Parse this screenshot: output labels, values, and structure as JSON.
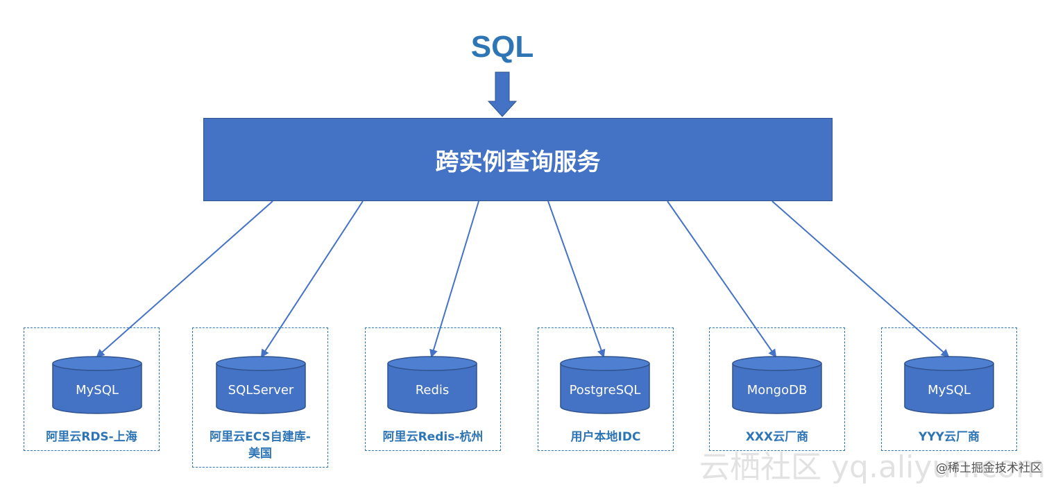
{
  "header": {
    "sql_label": "SQL"
  },
  "service": {
    "label": "跨实例查询服务"
  },
  "datasources": [
    {
      "db": "MySQL",
      "label": "阿里云RDS-上海"
    },
    {
      "db": "SQLServer",
      "label": "阿里云ECS自建库-美国"
    },
    {
      "db": "Redis",
      "label": "阿里云Redis-杭州"
    },
    {
      "db": "PostgreSQL",
      "label": "用户本地IDC"
    },
    {
      "db": "MongoDB",
      "label": "XXX云厂商"
    },
    {
      "db": "MySQL",
      "label": "YYY云厂商"
    }
  ],
  "watermark": {
    "text": "云栖社区 yq.aliyun.com",
    "credit": "@稀土掘金技术社区"
  },
  "colors": {
    "primary_blue": "#4472c4",
    "text_blue": "#2e75b6",
    "white": "#ffffff"
  }
}
